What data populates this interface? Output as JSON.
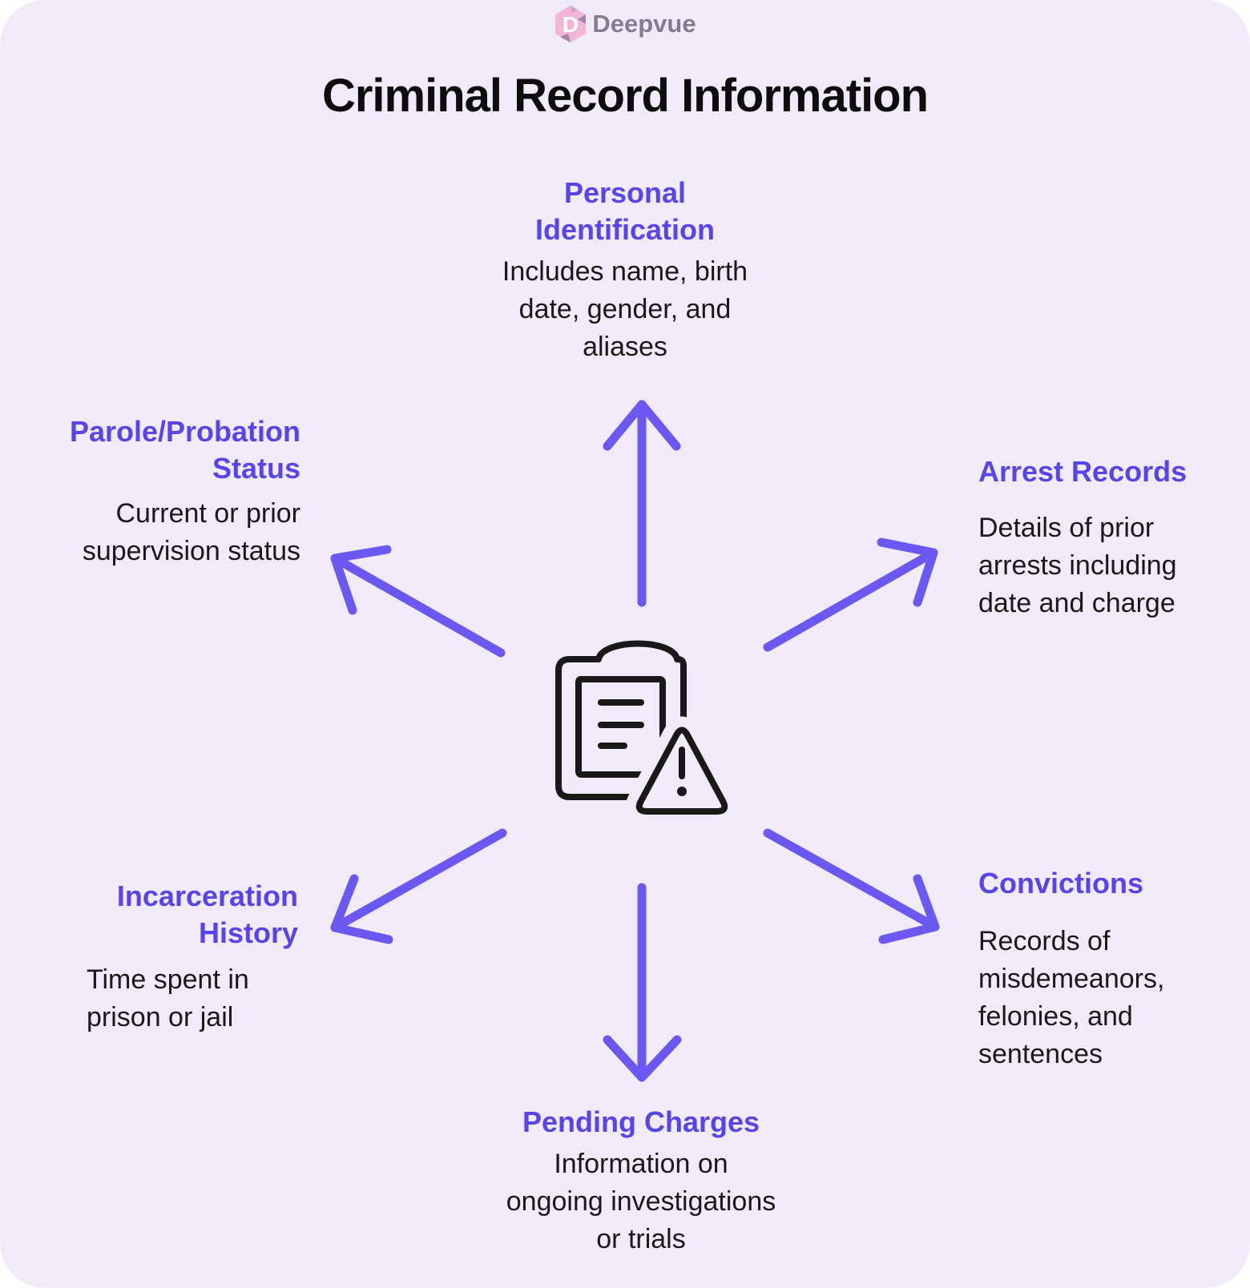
{
  "logo": {
    "brand": "Deepvue"
  },
  "title": "Criminal Record Information",
  "center_icon": "clipboard-warning-icon",
  "colors": {
    "background": "#F1EAF9",
    "heading_purple": "#5745E9",
    "arrow_purple": "#6A58F0",
    "body_text": "#191919",
    "title_text": "#0D0D0D",
    "logo_text": "#847C90",
    "logo_pink": "#F3B5D6",
    "logo_accent": "#8E7F9C"
  },
  "nodes": [
    {
      "id": "personal-identification",
      "label": "Personal\nIdentification",
      "description": "Includes name, birth\ndate, gender, and\naliases"
    },
    {
      "id": "arrest-records",
      "label": "Arrest Records",
      "description": "Details of prior\narrests including\ndate and charge"
    },
    {
      "id": "convictions",
      "label": "Convictions",
      "description": "Records of\nmisdemeanors,\nfelonies, and\nsentences"
    },
    {
      "id": "pending-charges",
      "label": "Pending Charges",
      "description": "Information on\nongoing investigations\nor trials"
    },
    {
      "id": "incarceration-history",
      "label": "Incarceration\nHistory",
      "description": "Time spent in\nprison or jail"
    },
    {
      "id": "parole-probation-status",
      "label": "Parole/Probation\nStatus",
      "description": "Current or prior\nsupervision status"
    }
  ]
}
